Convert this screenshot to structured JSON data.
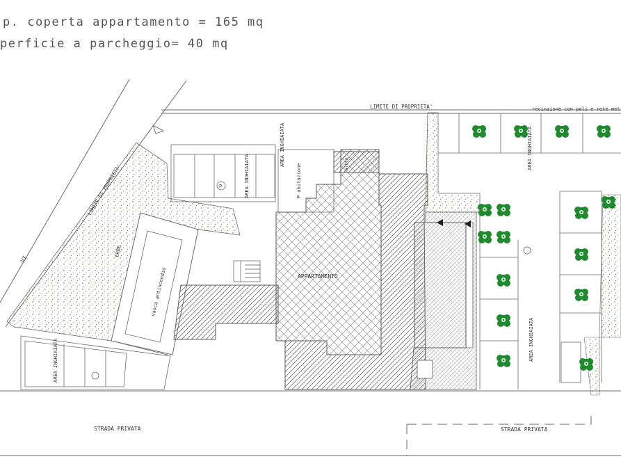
{
  "header": {
    "line1": "p. coperta appartamento = 165 mq",
    "line2": "perficie a parcheggio= 40 mq"
  },
  "labels": {
    "limite_top": "LIMITE DI PROPRIETA'",
    "recinzione": "recinzione con pali e rete met",
    "limite_diag": "LIMITE DI PROPRIETA'",
    "via": "VI",
    "area_ingh_1": "AREA INGHIAIATA",
    "area_ingh_2": "AREA INGHIAIATA",
    "area_ingh_3": "AREA INGHIAIATA",
    "area_ingh_4": "AREA INGHIAIATA",
    "area_ingh_5": "AREA INGHIAIATA",
    "p_abitazione": "P abitazione",
    "appartamento": "APPARTAMENTO",
    "vasca": "vasca antincendio",
    "erbe": "ERBE",
    "strada_1": "STRADA PRIVATA",
    "strada_2": "STRADA PRIVATA",
    "parking_p": "P",
    "altro": "altro"
  },
  "colors": {
    "line": "#6a6a6a",
    "tree": "#1f8a2e",
    "green_dots": "#4a7a4a"
  },
  "icons": [
    "tree-icon",
    "north-arrow-icon",
    "parking-symbol-icon"
  ]
}
